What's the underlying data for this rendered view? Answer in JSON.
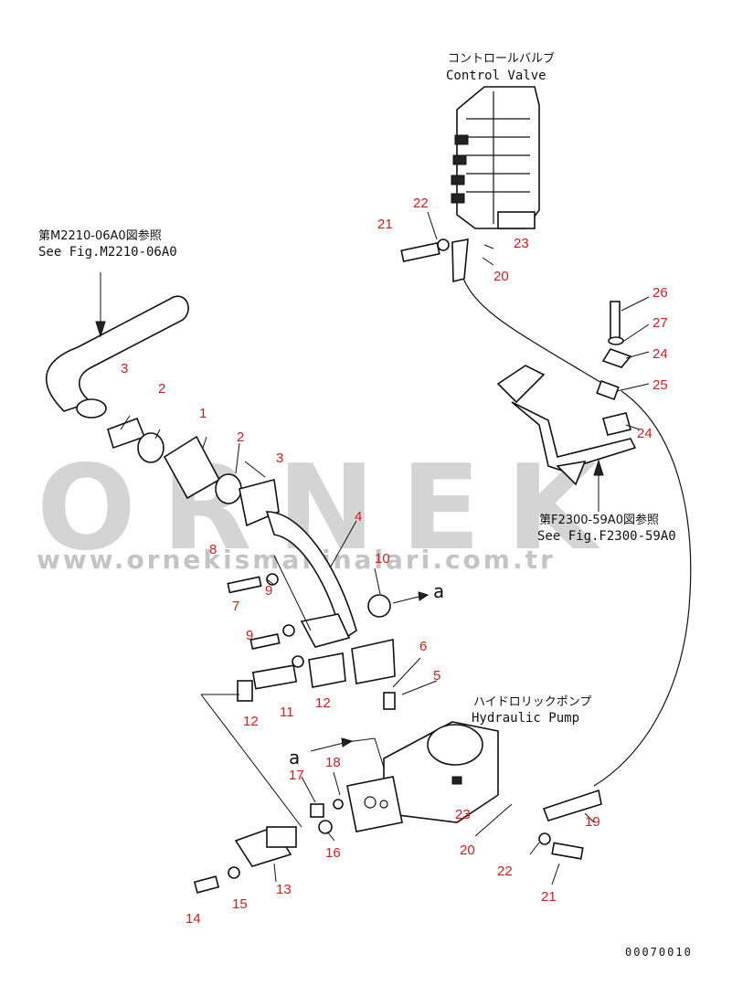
{
  "watermark": {
    "logo_text": "ORNEK",
    "url": "www.ornekismakinalari.com.tr"
  },
  "references": {
    "control_valve_jp": "コントロールバルブ",
    "control_valve_en": "Control Valve",
    "hydraulic_pump_jp": "ハイドロリックポンプ",
    "hydraulic_pump_en": "Hydraulic Pump",
    "fig_m2210_jp": "第M2210-06A0図参照",
    "fig_m2210_en": "See Fig.M2210-06A0",
    "fig_f2300_jp": "第F2300-59A0図参照",
    "fig_f2300_en": "See Fig.F2300-59A0",
    "connection_mark": "a",
    "drawing_code": "00070010"
  },
  "callouts": [
    "1",
    "2",
    "2",
    "3",
    "3",
    "4",
    "5",
    "6",
    "7",
    "8",
    "9",
    "9",
    "10",
    "11",
    "12",
    "12",
    "13",
    "14",
    "15",
    "16",
    "17",
    "18",
    "19",
    "20",
    "20",
    "21",
    "21",
    "22",
    "22",
    "23",
    "23",
    "24",
    "24",
    "25",
    "26",
    "27"
  ],
  "colors": {
    "callout": "#cc2020",
    "ink": "#111111",
    "watermark": "#d4d4d4"
  }
}
